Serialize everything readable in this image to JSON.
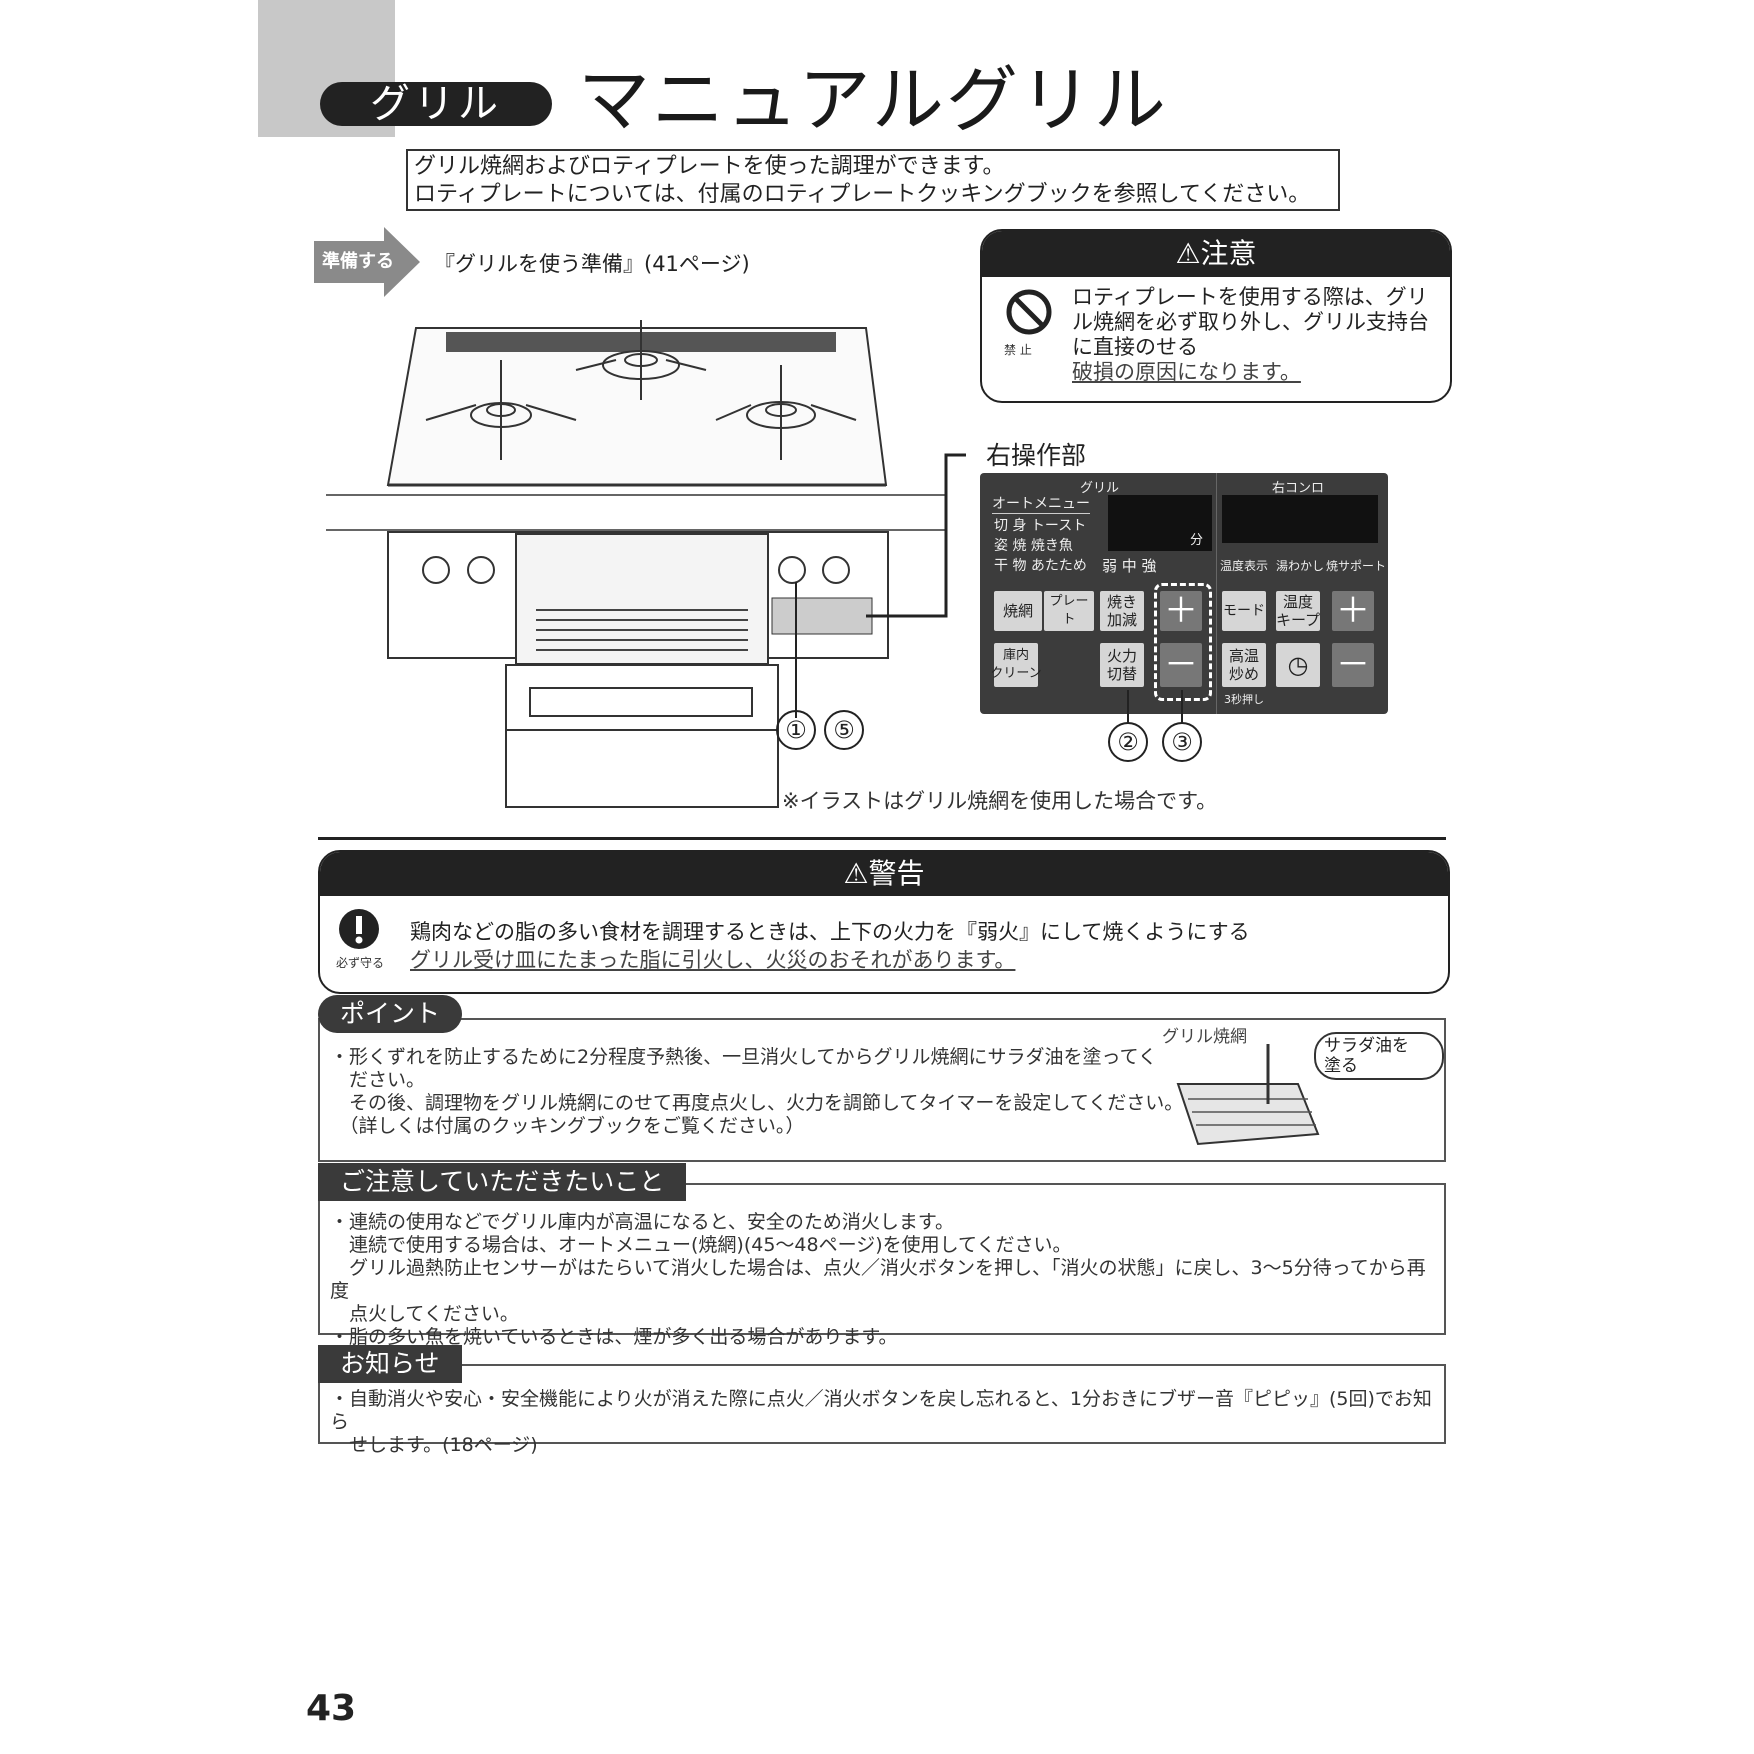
{
  "header": {
    "section_pill": "グリル",
    "title": "マニュアルグリル"
  },
  "intro": {
    "line1": "グリル焼網およびロティプレートを使った調理ができます。",
    "line2": "ロティプレートについては、付属のロティプレートクッキングブックを参照してください。"
  },
  "prepare": {
    "arrow_label": "準備する",
    "text": "『グリルを使う準備』(41ページ)"
  },
  "caution": {
    "title": "注意",
    "icon_label": "禁 止",
    "line1": "ロティプレートを使用する際は、グリ",
    "line2": "ル焼網を必ず取り外し、グリル支持台",
    "line3": "に直接のせる",
    "consequence": "破損の原因になります。"
  },
  "control_panel": {
    "label": "右操作部",
    "grill_header": "グリル",
    "right_header": "右コンロ",
    "auto_menu": "オートメニュー",
    "menu_rows": [
      "切 身 トースト",
      "姿 焼 焼き魚",
      "干 物 あたため"
    ],
    "heat_levels": "弱 中 強",
    "timer_unit": "分",
    "right_labels": [
      "温度表示",
      "湯わかし",
      "焼サポート"
    ],
    "buttons": {
      "yakiami": "焼網",
      "plate": "プレート",
      "yaki_kagen": "焼き\n加減",
      "plus": "＋",
      "minus": "－",
      "konai_clean": "庫内\nクリーン",
      "karyoku": "火力\n切替",
      "mode": "モード",
      "ondo_keep": "温度\nキープ",
      "kouon": "高温\n炒め",
      "right_plus": "＋",
      "right_minus": "－"
    },
    "press_3sec": "3秒押し"
  },
  "callouts": [
    "①",
    "⑤",
    "②",
    "③"
  ],
  "illustration_note": "※イラストはグリル焼網を使用した場合です。",
  "warning": {
    "title": "警告",
    "icon_label": "必ず守る",
    "main": "鶏肉などの脂の多い食材を調理するときは、上下の火力を『弱火』にして焼くようにする",
    "consequence": "グリル受け皿にたまった脂に引火し、火災のおそれがあります。"
  },
  "point": {
    "tag": "ポイント",
    "lines": [
      "・形くずれを防止するために2分程度予熱後、一旦消火してからグリル焼網にサラダ油を塗ってく",
      "　ださい。",
      "　その後、調理物をグリル焼網にのせて再度点火し、火力を調節してタイマーを設定してください。",
      "　（詳しくは付属のクッキングブックをご覧ください。）"
    ],
    "illus_label": "グリル焼網",
    "bubble": "サラダ油を\n塗る"
  },
  "attention": {
    "tag": "ご注意していただきたいこと",
    "lines": [
      "・連続の使用などでグリル庫内が高温になると、安全のため消火します。",
      "　連続で使用する場合は、オートメニュー(焼網)(45〜48ページ)を使用してください。",
      "　グリル過熱防止センサーがはたらいて消火した場合は、点火／消火ボタンを押し、「消火の状態」に戻し、3〜5分待ってから再度",
      "　点火してください。",
      "・脂の多い魚を焼いているときは、煙が多く出る場合があります。"
    ]
  },
  "notice": {
    "tag": "お知らせ",
    "lines": [
      "・自動消火や安心・安全機能により火が消えた際に点火／消火ボタンを戻し忘れると、1分おきにブザー音『ピピッ』(5回)でお知ら",
      "　せします。(18ページ)"
    ]
  },
  "page_number": "43"
}
